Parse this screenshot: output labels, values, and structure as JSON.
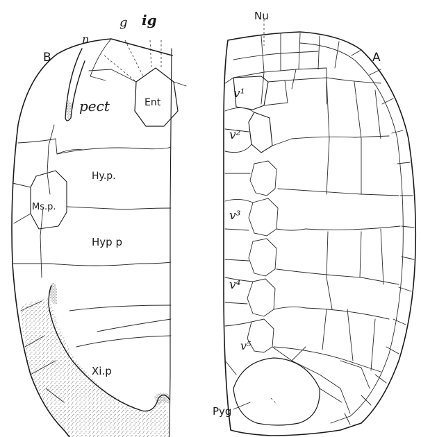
{
  "figure": {
    "plastron": {
      "panel_letter": "B",
      "labels": {
        "n": "n",
        "g": "g",
        "ig": "ig",
        "ent": "Ent",
        "pect": "pect",
        "hyp": "Hy.p.",
        "msp": "Ms.p.",
        "hypo": "Hyp p",
        "xip": "Xi.p"
      }
    },
    "carapace": {
      "panel_letter": "A",
      "labels": {
        "nu": "Nu",
        "v1": "v¹",
        "v2": "v²",
        "v3": "v³",
        "v4": "v⁴",
        "v5": "v⁵",
        "pyg": "Pyg"
      }
    }
  },
  "colors": {
    "ink": "#1a1a1a",
    "paper": "#ffffff",
    "stipple": "#3a3a3a"
  }
}
